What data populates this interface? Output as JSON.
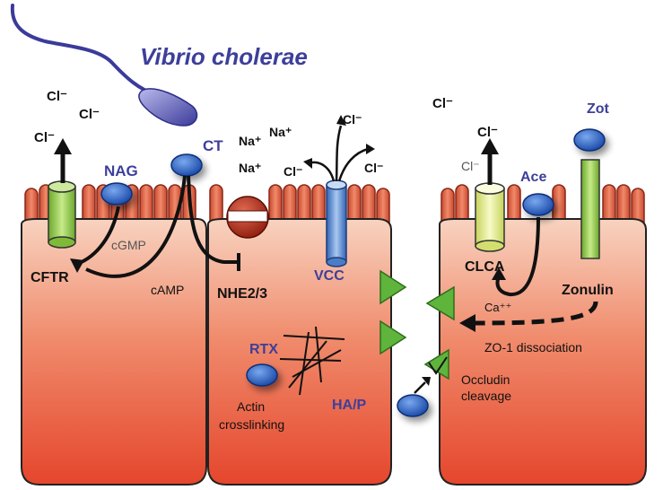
{
  "title": "Vibrio cholerae",
  "ions": {
    "cl_minus": "Cl⁻",
    "na_plus": "Na⁺",
    "ca_plus": "Ca⁺⁺"
  },
  "channels": {
    "cftr": "CFTR",
    "vcc": "VCC",
    "clca": "CLCA",
    "nhe": "NHE2/3"
  },
  "toxins": {
    "nag": "NAG",
    "ct": "CT",
    "ace": "Ace",
    "zot": "Zot",
    "rtx": "RTX",
    "hap": "HA/P"
  },
  "mediators": {
    "cgmp": "cGMP",
    "camp": "cAMP",
    "zonulin": "Zonulin"
  },
  "effects": {
    "zo1": "ZO-1 dissociation",
    "occludin_line1": "Occludin",
    "occludin_line2": "cleavage",
    "actin_line1": "Actin",
    "actin_line2": "crosslinking"
  },
  "colors": {
    "cell_top": "#f6c7b0",
    "cell_bottom": "#e8533a",
    "microvilli": "#e4664a",
    "toxin_blue": "#1f55b5",
    "label_blue": "#3d3f9a",
    "green_channel": "#8dc63f",
    "yellow_channel": "#e6f08c",
    "blue_channel": "#5f93d6",
    "nhe_red": "#b32a17",
    "tj_green": "#6bbd45"
  }
}
